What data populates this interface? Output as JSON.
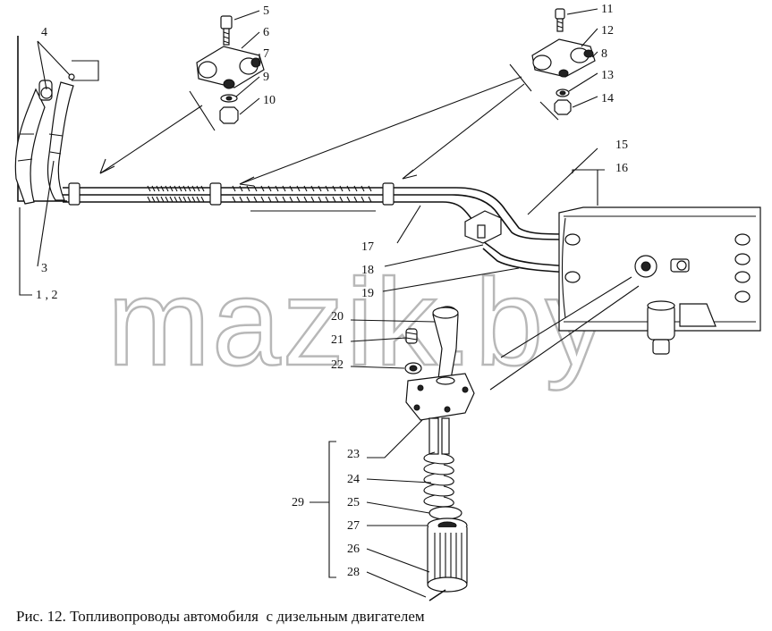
{
  "caption": "Рис. 12. Топливопроводы автомобиля  с дизельным двигателем",
  "watermark": "mazik.by",
  "labels": [
    {
      "id": "l4",
      "text": "4"
    },
    {
      "id": "l3",
      "text": "3"
    },
    {
      "id": "l12a",
      "text": "1 , 2"
    },
    {
      "id": "l5",
      "text": "5"
    },
    {
      "id": "l6",
      "text": "6"
    },
    {
      "id": "l7",
      "text": "7"
    },
    {
      "id": "l9",
      "text": "9"
    },
    {
      "id": "l10",
      "text": "10"
    },
    {
      "id": "l11",
      "text": "11"
    },
    {
      "id": "l12",
      "text": "12"
    },
    {
      "id": "l8",
      "text": "8"
    },
    {
      "id": "l13",
      "text": "13"
    },
    {
      "id": "l14",
      "text": "14"
    },
    {
      "id": "l15",
      "text": "15"
    },
    {
      "id": "l16",
      "text": "16"
    },
    {
      "id": "l17",
      "text": "17"
    },
    {
      "id": "l18",
      "text": "18"
    },
    {
      "id": "l19",
      "text": "19"
    },
    {
      "id": "l20",
      "text": "20"
    },
    {
      "id": "l21",
      "text": "21"
    },
    {
      "id": "l22",
      "text": "22"
    },
    {
      "id": "l23",
      "text": "23"
    },
    {
      "id": "l24",
      "text": "24"
    },
    {
      "id": "l25",
      "text": "25"
    },
    {
      "id": "l27",
      "text": "27"
    },
    {
      "id": "l26",
      "text": "26"
    },
    {
      "id": "l28",
      "text": "28"
    },
    {
      "id": "l29",
      "text": "29"
    }
  ]
}
